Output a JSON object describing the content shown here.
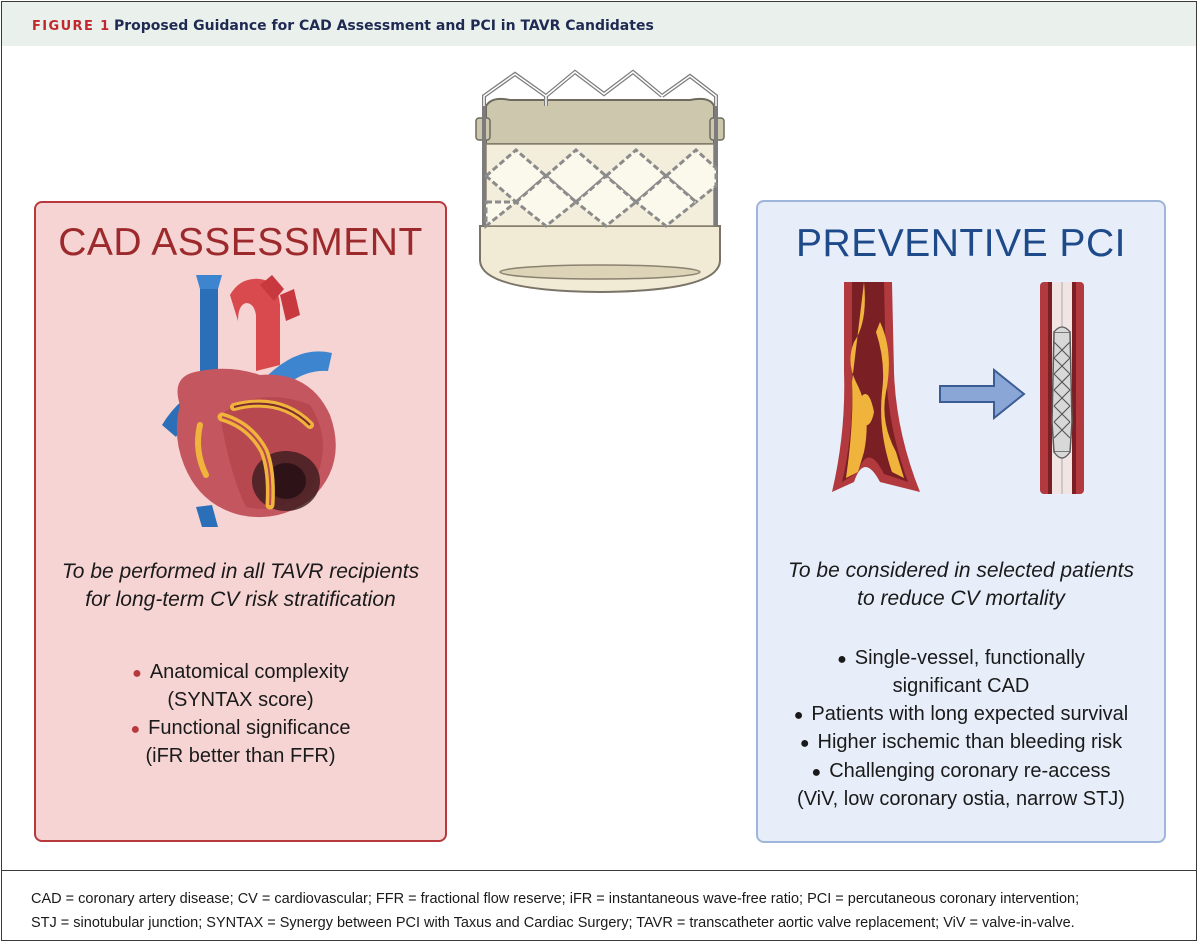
{
  "header": {
    "figure_label": "FIGURE 1",
    "title": "Proposed Guidance for CAD Assessment and PCI in TAVR Candidates"
  },
  "left_panel": {
    "heading": "CAD ASSESSMENT",
    "subtitle_line1": "To be performed in all TAVR recipients",
    "subtitle_line2": "for long-term CV risk stratification",
    "bullets": [
      {
        "main": "Anatomical complexity",
        "sub": "(SYNTAX score)"
      },
      {
        "main": "Functional significance",
        "sub": "(iFR better than FFR)"
      }
    ]
  },
  "right_panel": {
    "heading": "PREVENTIVE PCI",
    "subtitle_line1": "To be considered in selected patients",
    "subtitle_line2": "to reduce CV mortality",
    "bullets": [
      {
        "main": "Single-vessel, functionally",
        "sub": "significant CAD"
      },
      {
        "main": "Patients with long expected survival",
        "sub": ""
      },
      {
        "main": "Higher ischemic than bleeding risk",
        "sub": ""
      },
      {
        "main": "Challenging coronary re-access",
        "sub": "(ViV, low coronary ostia, narrow STJ)"
      }
    ]
  },
  "footnote": {
    "line1": "CAD = coronary artery disease; CV = cardiovascular; FFR = fractional flow reserve; iFR = instantaneous wave-free ratio; PCI = percutaneous coronary intervention;",
    "line2": "STJ = sinotubular junction; SYNTAX = Synergy between PCI with Taxus and Cardiac Surgery; TAVR = transcatheter aortic valve replacement; ViV = valve-in-valve."
  },
  "colors": {
    "label_red": "#c1272d",
    "title_navy": "#1f2a52",
    "left_fill": "#f5d4d3",
    "left_border": "#b8393d",
    "right_fill": "#e7eef9",
    "right_border": "#9fb5d9"
  },
  "icons": [
    "tavr-valve-icon",
    "heart-icon",
    "stenosed-artery-icon",
    "arrow-right-icon",
    "stented-artery-icon"
  ]
}
